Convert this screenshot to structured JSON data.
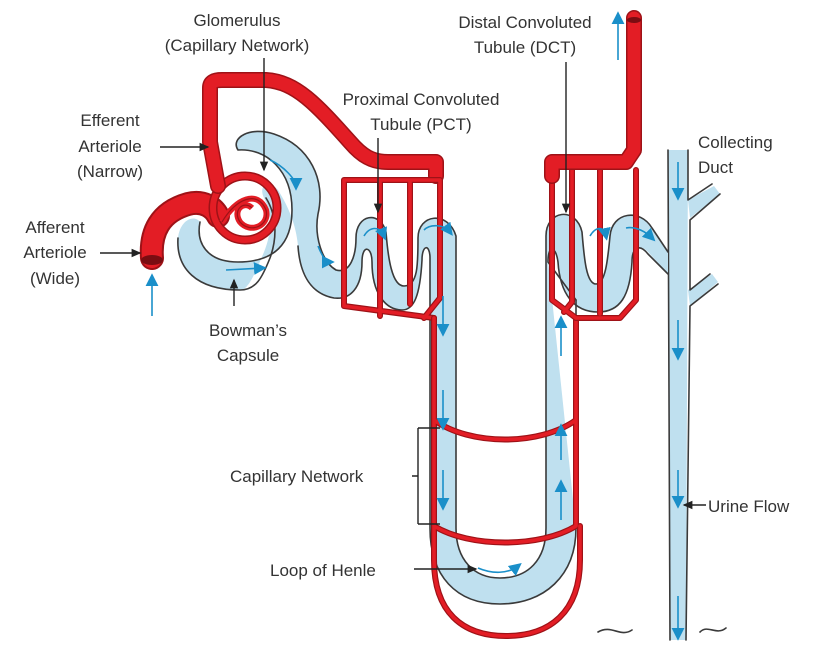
{
  "colors": {
    "vessel": "#e31d25",
    "vessel_outline": "#9e1217",
    "tubule_fill": "#bfe0ef",
    "outline": "#3a3a3a",
    "flow_arrow": "#1a8fc9",
    "text": "#333333"
  },
  "labels": {
    "glomerulus": [
      "Glomerulus",
      "(Capillary Network)"
    ],
    "dct": [
      "Distal Convoluted",
      "Tubule (DCT)"
    ],
    "pct": [
      "Proximal Convoluted",
      "Tubule (PCT)"
    ],
    "efferent": [
      "Efferent",
      "Arteriole",
      "(Narrow)"
    ],
    "collecting": [
      "Collecting",
      "Duct"
    ],
    "afferent": [
      "Afferent",
      "Arteriole",
      "(Wide)"
    ],
    "bowman": [
      "Bowman’s",
      "Capsule"
    ],
    "capillary": "Capillary Network",
    "urine": "Urine Flow",
    "henle": "Loop of Henle"
  }
}
